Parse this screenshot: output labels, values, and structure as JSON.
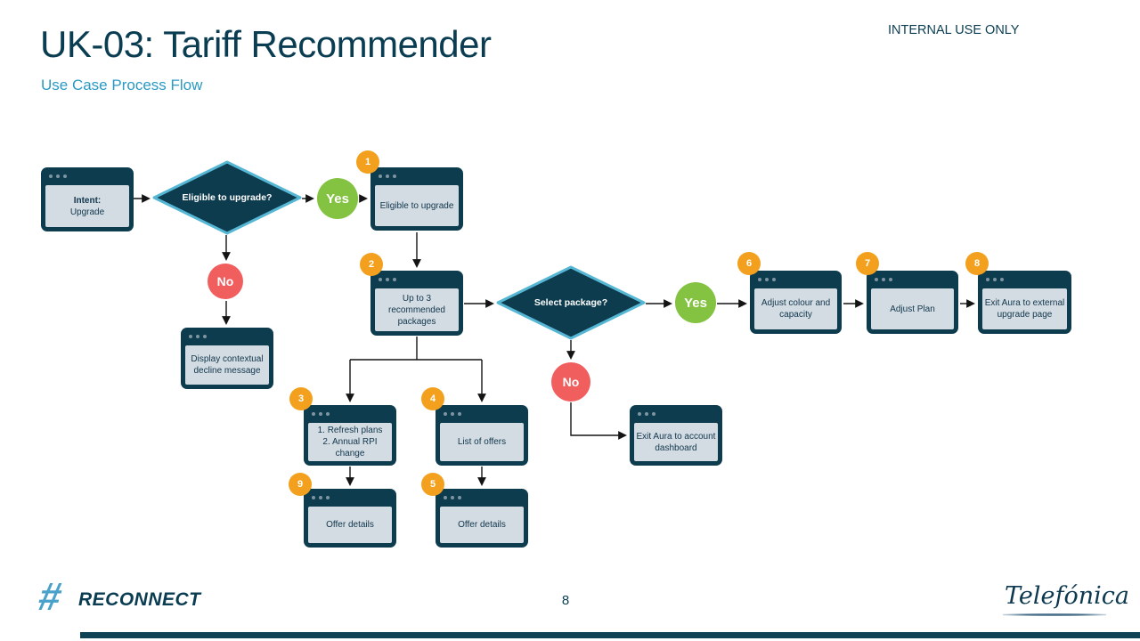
{
  "header": {
    "title": "UK-03: Tariff Recommender",
    "subtitle": "Use Case Process Flow",
    "classification": "INTERNAL USE ONLY"
  },
  "colors": {
    "dark_teal": "#0d3c4f",
    "box_body": "#d3dce2",
    "diamond_border": "#56b7d4",
    "accent_blue": "#2b9ac3",
    "yes_green": "#84c341",
    "no_red": "#f15e5e",
    "badge_orange": "#f2a01d"
  },
  "flow": {
    "nodes": {
      "intent": {
        "line1": "Intent:",
        "line2": "Upgrade"
      },
      "eligible": {
        "badge": "1",
        "text": "Eligible to upgrade"
      },
      "packages": {
        "badge": "2",
        "text": "Up to 3 recommended packages"
      },
      "refresh": {
        "badge": "3",
        "line1": "1. Refresh plans",
        "line2": "2. Annual RPI change"
      },
      "offers": {
        "badge": "4",
        "text": "List of offers"
      },
      "offer_details_left": {
        "badge": "9",
        "text": "Offer details"
      },
      "offer_details_right": {
        "badge": "5",
        "text": "Offer details"
      },
      "adjust_colour": {
        "badge": "6",
        "text": "Adjust colour and capacity"
      },
      "adjust_plan": {
        "badge": "7",
        "text": "Adjust Plan"
      },
      "exit_external": {
        "badge": "8",
        "text": "Exit Aura to external upgrade page"
      },
      "decline": {
        "text": "Display contextual decline message"
      },
      "exit_dashboard": {
        "text": "Exit Aura to account dashboard"
      }
    },
    "decisions": {
      "eligible_q": "Eligible to upgrade?",
      "select_q": "Select package?"
    },
    "labels": {
      "yes": "Yes",
      "no": "No"
    }
  },
  "footer": {
    "hash": "#",
    "brand": "RECONNECT",
    "page": "8",
    "logo": "Telefónica"
  }
}
